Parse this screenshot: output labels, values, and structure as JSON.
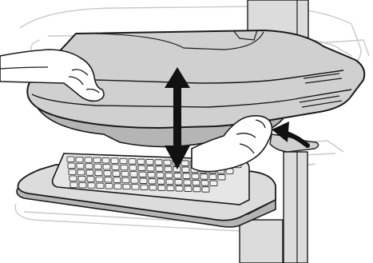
{
  "illustration": {
    "subject": "height-adjustable-cart",
    "parts": [
      "work-surface",
      "keyboard-tray",
      "keyboard",
      "support-column",
      "left-hand",
      "right-hand",
      "height-arrow",
      "release-lever",
      "action-arrow"
    ],
    "colors": {
      "background": "#ffffff",
      "outline": "#1a1a1a",
      "surface_fill": "#dcdcdc",
      "surface_top": "#d0d0d0",
      "underside": "#b5b5b5",
      "ghost_line": "#c9c9c9",
      "key_fill": "#f2f2f2",
      "hand_fill": "#ffffff",
      "arrow_fill": "#111111"
    },
    "icons": {
      "height": "double-headed-vertical-arrow",
      "action": "curved-arrow"
    }
  }
}
